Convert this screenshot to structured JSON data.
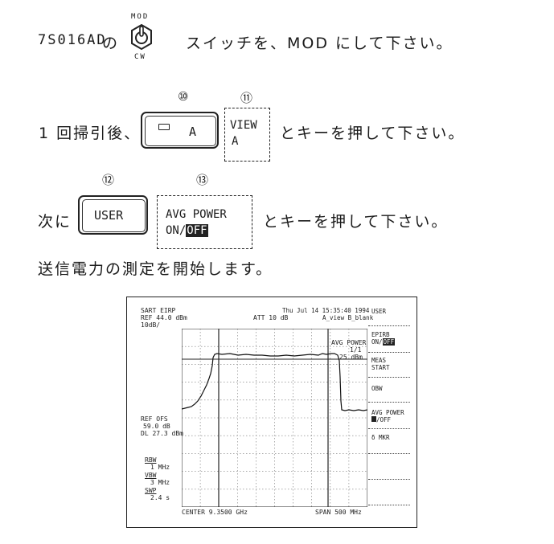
{
  "line1": {
    "model": "7S016AD",
    "no": "の",
    "switch_top": "MOD",
    "switch_bottom": "CW",
    "rest": "スイッチを、MOD にして下さい。"
  },
  "line2": {
    "prefix": "1 回掃引後、",
    "num_a": "⑩",
    "num_b": "⑪",
    "key_a_label": "A",
    "soft_line1": "VIEW",
    "soft_line2": "A",
    "suffix": "とキーを押して下さい。"
  },
  "line3": {
    "prefix": "次に",
    "num_a": "⑫",
    "num_b": "⑬",
    "key_label": "USER",
    "soft_line1": "AVG POWER",
    "soft_line2_on": "ON/",
    "soft_line2_off": "OFF",
    "suffix": "とキーを押して下さい。"
  },
  "line4": "送信電力の測定を開始します。",
  "screen": {
    "title": "SART EIRP",
    "ref": "REF 44.0 dBm",
    "scale": "10dB/",
    "att": "ATT 10 dB",
    "datetime": "Thu Jul 14 15:35:40 1994",
    "view": "A_view B_blank",
    "avg_power_label": "AVG POWER",
    "avg_power_count": "1/1",
    "avg_power_value": "25 dBm",
    "ref_ofs_label": "REF OFS",
    "ref_ofs_value": "59.0 dB",
    "dl_value": "DL 27.3 dBm",
    "rbw_label": "RBW",
    "rbw_value": "1 MHz",
    "vbw_label": "VBW",
    "vbw_value": "3 MHz",
    "swp_label": "SWP",
    "swp_value": "2.4 s",
    "center": "CENTER 9.3500 GHz",
    "span": "SPAN 500 MHz",
    "softkeys": {
      "user": "USER",
      "epirb": "EPIRB",
      "epirb_state_on": "ON/",
      "epirb_state_off": "OFF",
      "meas": "MEAS",
      "start": "START",
      "obw": "OBW",
      "avg_power": "AVG POWER",
      "avg_power_off": "/OFF",
      "delta_mkr": "δ MKR"
    }
  }
}
